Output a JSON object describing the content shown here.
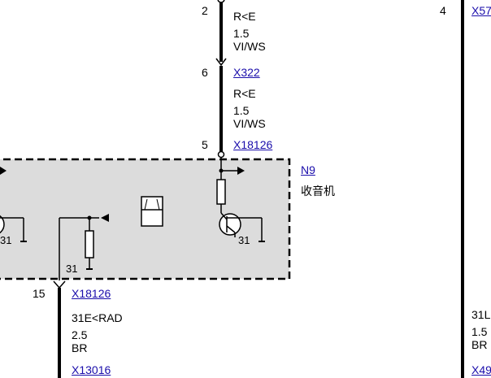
{
  "colors": {
    "link": "#1a0dab",
    "module_fill": "#dcdcdc",
    "wire": "#000000",
    "background": "#ffffff"
  },
  "top_wire": {
    "pin_top": "2",
    "wire_label_1": {
      "signal": "R<E",
      "cross_section": "1.5",
      "color": "VI/WS"
    },
    "pin_mid": "6",
    "connector_mid": "X322",
    "wire_label_2": {
      "signal": "R<E",
      "cross_section": "1.5",
      "color": "VI/WS"
    },
    "pin_bottom": "5",
    "connector_bottom": "X18126"
  },
  "module": {
    "id": "N9",
    "name": "收音机",
    "ground_left": "31",
    "ground_mid": "31",
    "ground_right": "31"
  },
  "bottom_wire": {
    "pin": "15",
    "connector_top": "X18126",
    "wire_label": {
      "signal": "31E<RAD",
      "cross_section": "2.5",
      "color": "BR"
    },
    "connector_bottom": "X13016"
  },
  "right_wire": {
    "pin_top": "4",
    "connector_top": "X57",
    "label_signal": "31L",
    "label_cross_section": "1.5",
    "label_color": "BR",
    "connector_bottom": "X49"
  }
}
